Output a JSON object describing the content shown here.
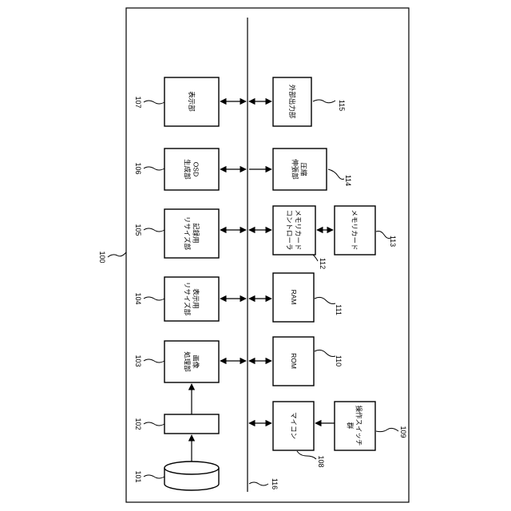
{
  "diagram": {
    "ref_system": "100",
    "ref_bus": "116",
    "blocks": {
      "b101": {
        "ref": "101",
        "label": ""
      },
      "b102": {
        "ref": "102",
        "label": ""
      },
      "b103": {
        "ref": "103",
        "label": "画像\n処理部"
      },
      "b104": {
        "ref": "104",
        "label": "表示用\nリサイズ部"
      },
      "b105": {
        "ref": "105",
        "label": "記録用\nリサイズ部"
      },
      "b106": {
        "ref": "106",
        "label": "OSD\n生成部"
      },
      "b107": {
        "ref": "107",
        "label": "表示部"
      },
      "b108": {
        "ref": "108",
        "label": "マイコン"
      },
      "b109": {
        "ref": "109",
        "label": "操作スイッチ\n群"
      },
      "b110": {
        "ref": "110",
        "label": "ROM"
      },
      "b111": {
        "ref": "111",
        "label": "RAM"
      },
      "b112": {
        "ref": "112",
        "label": "メモリカード\nコントローラ"
      },
      "b113": {
        "ref": "113",
        "label": "メモリカード"
      },
      "b114": {
        "ref": "114",
        "label": "圧縮\n伸張部"
      },
      "b115": {
        "ref": "115",
        "label": "外部出力部"
      }
    }
  }
}
